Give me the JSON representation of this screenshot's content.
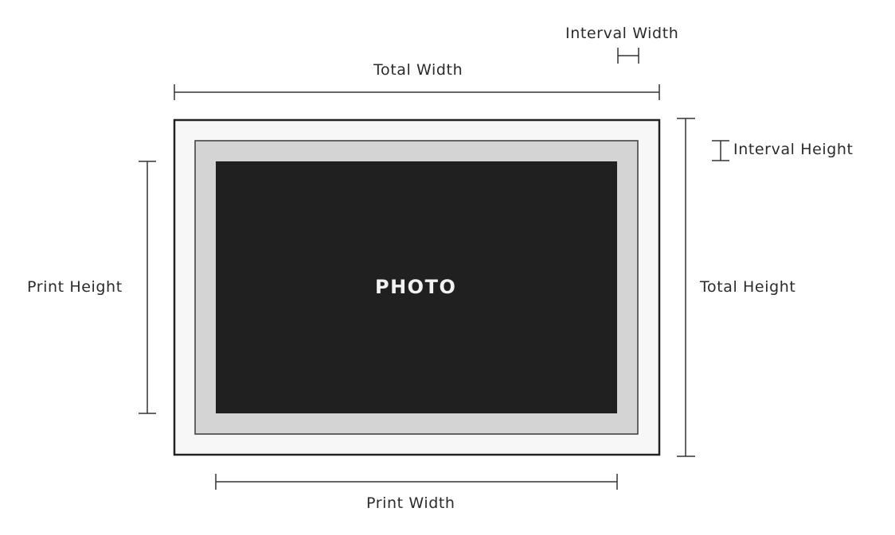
{
  "labels": {
    "interval_width": "Interval Width",
    "total_width": "Total Width",
    "interval_height": "Interval Height",
    "print_height": "Print Height",
    "total_height": "Total Height",
    "print_width": "Print Width",
    "photo": "PHOTO"
  },
  "colors": {
    "frame_outer": "#f7f7f7",
    "mat": "#d4d4d4",
    "photo": "#202020",
    "line": "#333333"
  }
}
